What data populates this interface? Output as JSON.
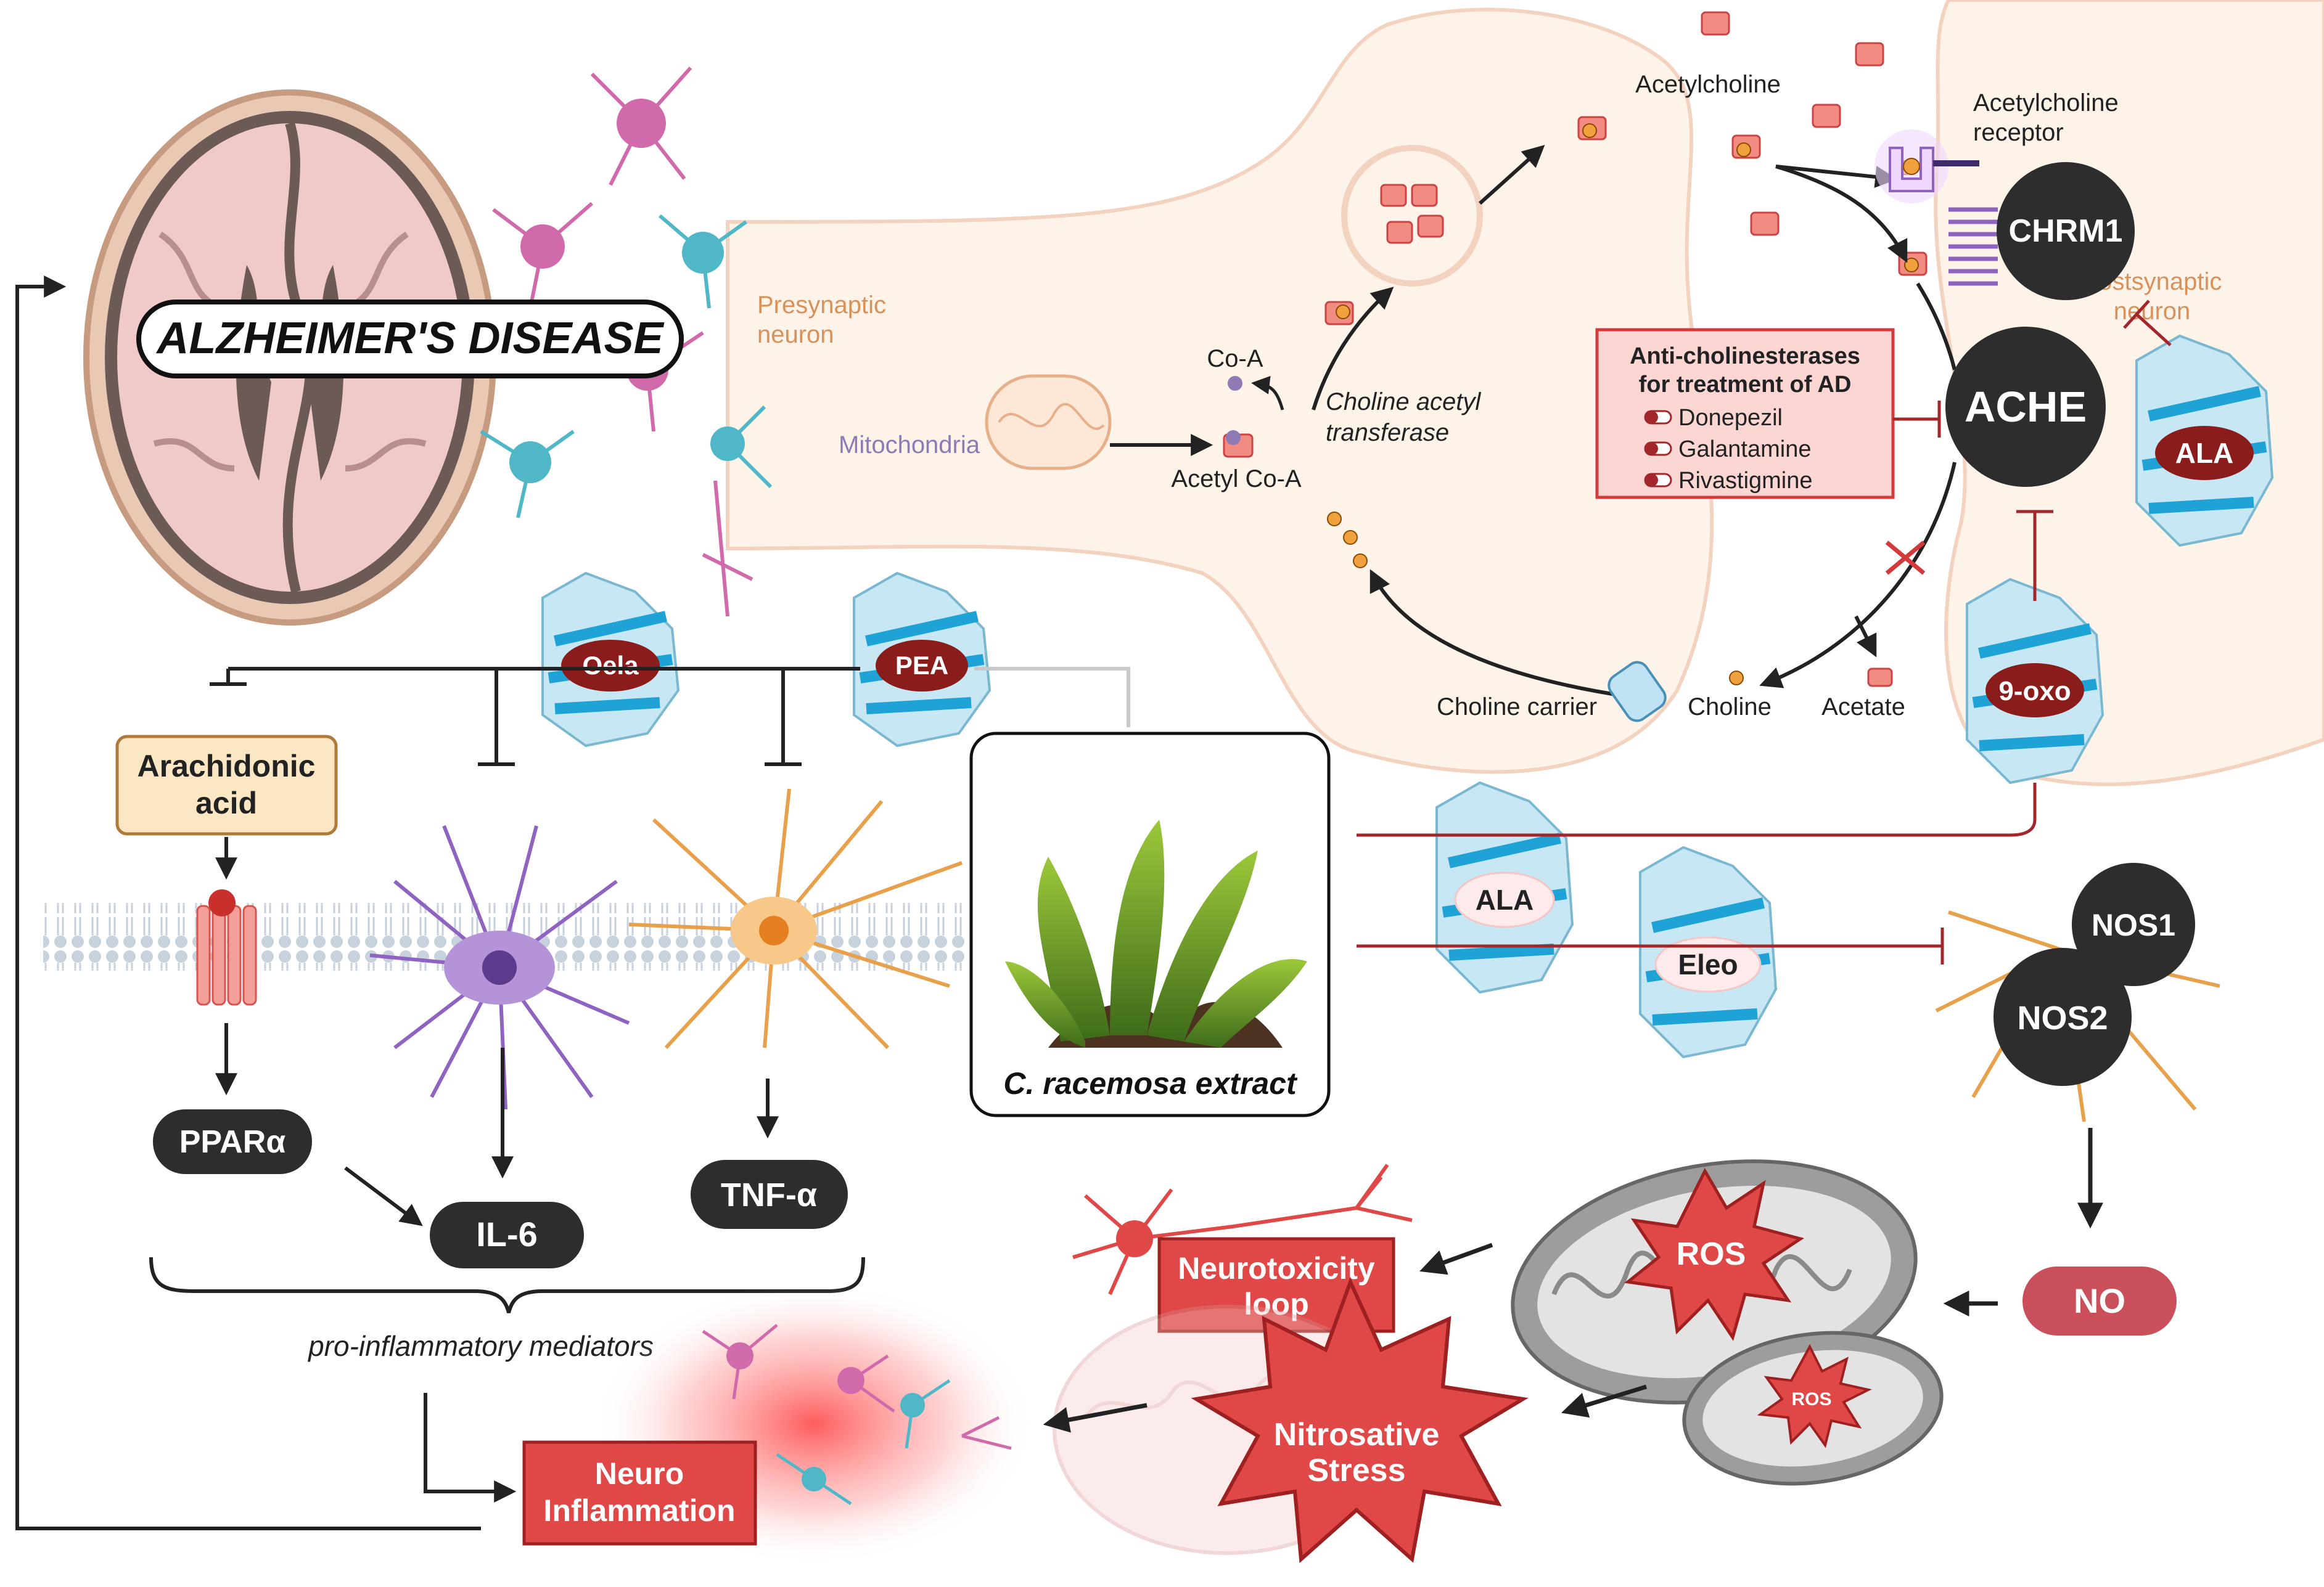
{
  "disease": {
    "title": "ALZHEIMER'S DISEASE"
  },
  "synapse": {
    "presynaptic": "Presynaptic\nneuron",
    "postsynaptic": "Postsynaptic\nneuron",
    "acetylcholine": "Acetylcholine",
    "receptor": "Acetylcholine\nreceptor",
    "coa": "Co-A",
    "acetyl_coa": "Acetyl Co-A",
    "mitochondria": "Mitochondria",
    "cat": "Choline acetyl\ntransferase",
    "choline_carrier": "Choline carrier",
    "choline": "Choline",
    "acetate": "Acetate",
    "chrm1": "CHRM1",
    "ache": "ACHE"
  },
  "anticholinesterase": {
    "title": "Anti-cholinesterases\nfor treatment of AD",
    "drugs": [
      "Donepezil",
      "Galantamine",
      "Rivastigmine"
    ]
  },
  "compounds": {
    "oela": "Oela",
    "pea": "PEA",
    "ala_post": "ALA",
    "oxo": "9-oxo",
    "ala_lower": "ALA",
    "eleo": "Eleo"
  },
  "inflammation": {
    "arachidonic": "Arachidonic\nacid",
    "ppara": "PPARα",
    "il6": "IL-6",
    "tnfa": "TNF-α",
    "mediators": "pro-inflammatory mediators",
    "neuroinflammation": "Neuro\nInflammation"
  },
  "extract": {
    "label": "C. racemosa extract"
  },
  "oxidative": {
    "nos1": "NOS1",
    "nos2": "NOS2",
    "no": "NO",
    "ros_large": "ROS",
    "ros_small": "ROS",
    "neurotoxicity": "Neurotoxicity\nloop",
    "nitrosative": "Nitrosative\nStress"
  },
  "colors": {
    "dark": "#2d2d2d",
    "red": "#e04848",
    "darkred": "#a3262a",
    "orange": "#e8a04a",
    "purple": "#8e63c2",
    "pink": "#d16aab",
    "teal": "#4fb7c8"
  }
}
